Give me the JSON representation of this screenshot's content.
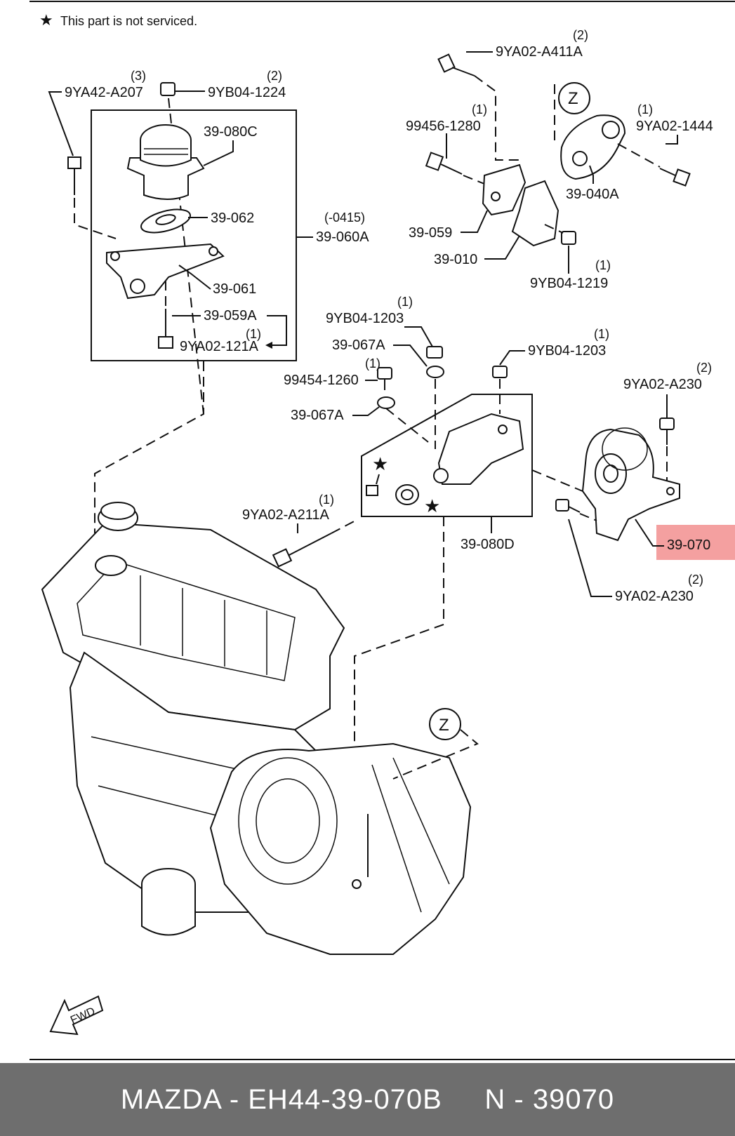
{
  "note": {
    "star": "★",
    "text": "This part is not serviced."
  },
  "labels": {
    "l_9YA42_A207": "9YA42-A207",
    "q_9YA42_A207": "(3)",
    "l_9YB04_1224": "9YB04-1224",
    "q_9YB04_1224": "(2)",
    "l_39_080C": "39-080C",
    "l_39_062": "39-062",
    "l_0415": "(-0415)",
    "l_39_060A": "39-060A",
    "l_39_061": "39-061",
    "l_39_059A": "39-059A",
    "l_9YA02_121A": "9YA02-121A",
    "q_9YA02_121A": "(1)",
    "l_9YA02_A411A": "9YA02-A411A",
    "q_9YA02_A411A": "(2)",
    "z_top": "Z",
    "l_99456_1280": "99456-1280",
    "q_99456_1280": "(1)",
    "l_9YA02_1444": "9YA02-1444",
    "q_9YA02_1444": "(1)",
    "l_39_040A": "39-040A",
    "l_39_059": "39-059",
    "l_39_010": "39-010",
    "l_9YB04_1219": "9YB04-1219",
    "q_9YB04_1219": "(1)",
    "l_9YB04_1203a": "9YB04-1203",
    "q_9YB04_1203a": "(1)",
    "l_39_067A_a": "39-067A",
    "l_9YB04_1203b": "9YB04-1203",
    "q_9YB04_1203b": "(1)",
    "l_99454_1260": "99454-1260",
    "q_99454_1260": "(1)",
    "l_9YA02_A230a": "9YA02-A230",
    "q_9YA02_A230a": "(2)",
    "l_39_067A_b": "39-067A",
    "star1": "★",
    "star2": "★",
    "l_9YA02_A211A": "9YA02-A211A",
    "q_9YA02_A211A": "(1)",
    "l_39_080D": "39-080D",
    "l_39_070": "39-070",
    "l_9YA02_A230b": "9YA02-A230",
    "q_9YA02_A230b": "(2)",
    "z_bottom": "Z",
    "fwd": "FWD"
  },
  "highlight_color": "#f08080",
  "footer": {
    "text": "MAZDA - EH44-39-070B     N - 39070"
  }
}
